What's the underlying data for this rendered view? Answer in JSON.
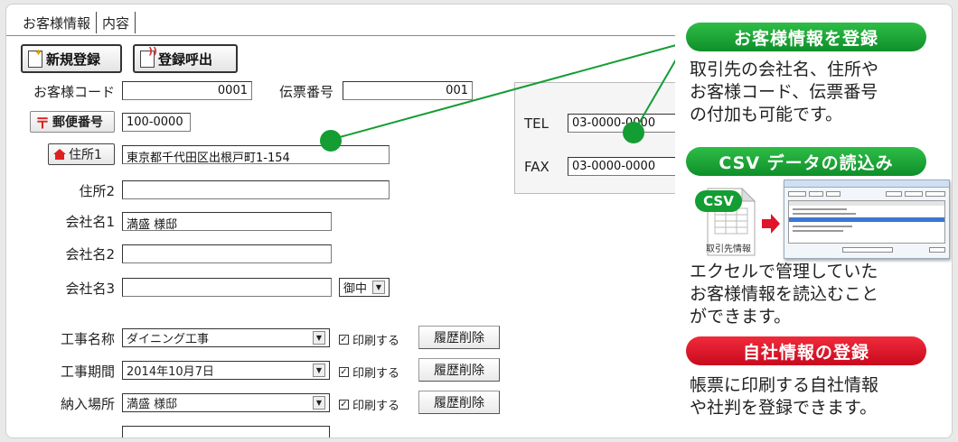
{
  "tabs": [
    "お客様情報",
    "内容"
  ],
  "toolbar": {
    "new_label": "新規登録",
    "recall_label": "登録呼出"
  },
  "form": {
    "customer_code_label": "お客様コード",
    "customer_code_value": "0001",
    "slip_no_label": "伝票番号",
    "slip_no_value": "001",
    "postal_button": "郵便番号",
    "postal_value": "100-0000",
    "address1_button": "住所1",
    "address1_value": "東京都千代田区出根戸町1-154",
    "address2_label": "住所2",
    "address2_value": "",
    "company1_label": "会社名1",
    "company1_value": "満盛 様邸",
    "company2_label": "会社名2",
    "company2_value": "",
    "company3_label": "会社名3",
    "company3_value": "",
    "honorific_value": "御中",
    "tel_label": "TEL",
    "tel_value": "03-0000-0000",
    "fax_label": "FAX",
    "fax_value": "03-0000-0000",
    "rows": [
      {
        "label": "工事名称",
        "value": "ダイニング工事"
      },
      {
        "label": "工事期間",
        "value": "2014年10月7日"
      },
      {
        "label": "納入場所",
        "value": "満盛 様邸"
      }
    ],
    "print_label": "印刷する",
    "history_delete_label": "履歴削除"
  },
  "panel": {
    "section1_title": "お客様情報を登録",
    "section1_text": [
      "取引先の会社名、住所や",
      "お客様コード、伝票番号",
      "の付加も可能です。"
    ],
    "section2_title": "CSV データの読込み",
    "csv_badge": "CSV",
    "csv_file_caption": "取引先情報",
    "section2_text": [
      "エクセルで管理していた",
      "お客様情報を読込むこと",
      "ができます。"
    ],
    "section3_title": "自社情報の登録",
    "section3_text": [
      "帳票に印刷する自社情報",
      "や社判を登録できます。"
    ]
  },
  "colors": {
    "green": "#139d33",
    "red": "#d5112a"
  }
}
